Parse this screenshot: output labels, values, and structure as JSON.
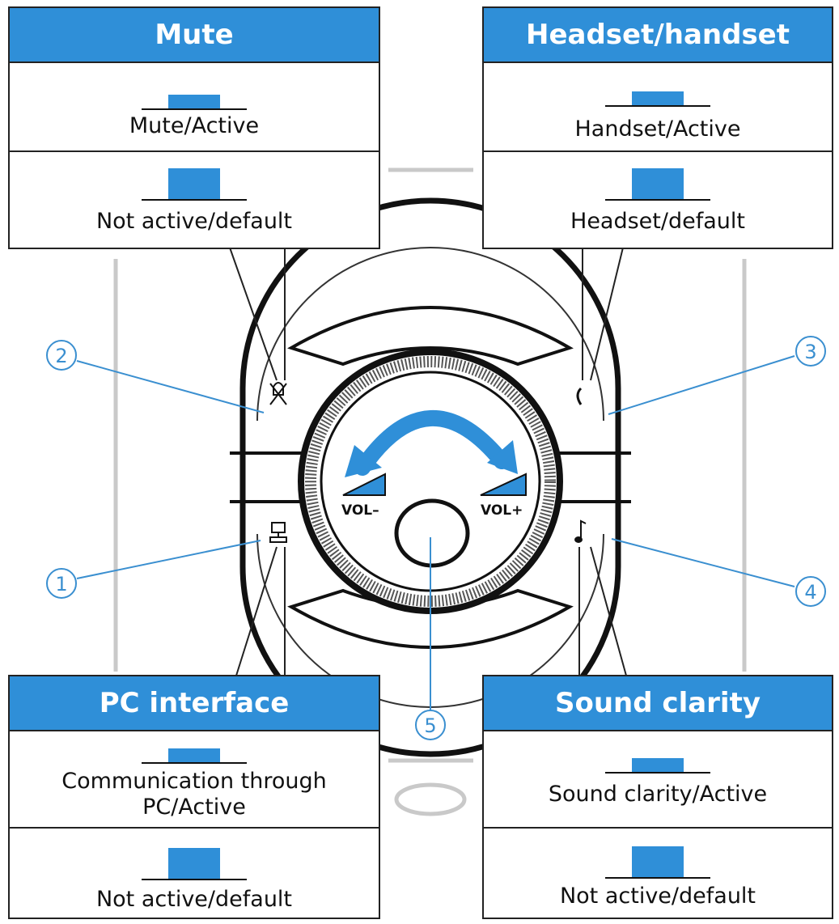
{
  "panels": {
    "mute": {
      "title": "Mute",
      "states": [
        {
          "label": "Mute/Active",
          "position": "up"
        },
        {
          "label": "Not active/default",
          "position": "down"
        }
      ]
    },
    "headset": {
      "title": "Headset/handset",
      "states": [
        {
          "label": "Handset/Active",
          "position": "up"
        },
        {
          "label": "Headset/default",
          "position": "down"
        }
      ]
    },
    "pc": {
      "title": "PC interface",
      "states": [
        {
          "label": "Communication through PC/Active",
          "position": "up"
        },
        {
          "label": "Not active/default",
          "position": "down"
        }
      ]
    },
    "sound": {
      "title": "Sound clarity",
      "states": [
        {
          "label": "Sound clarity/Active",
          "position": "up"
        },
        {
          "label": "Not active/default",
          "position": "down"
        }
      ]
    }
  },
  "callouts": [
    "1",
    "2",
    "3",
    "4",
    "5"
  ],
  "device": {
    "vol_minus": "VOL–",
    "vol_plus": "VOL+"
  },
  "colors": {
    "accent": "#2f8fd8",
    "callout": "#3a8fd0",
    "line": "#222222"
  }
}
